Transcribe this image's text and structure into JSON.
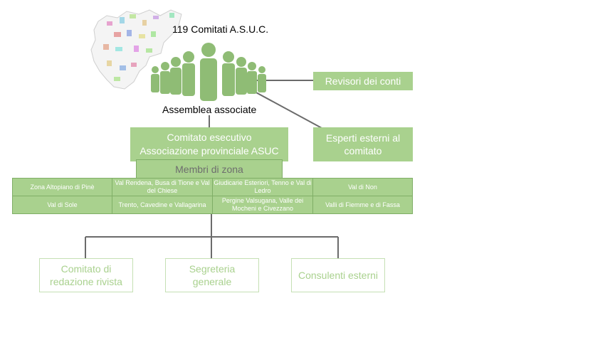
{
  "header": {
    "title": "119 Comitati A.S.U.C.",
    "assembly_label": "Assemblea associate"
  },
  "boxes": {
    "revisori": "Revisori dei conti",
    "esperti": "Esperti esterni al comitato",
    "esecutivo_line1": "Comitato esecutivo",
    "esecutivo_line2": "Associazione provinciale  ASUC",
    "membri": "Membri di zona"
  },
  "zones": {
    "row1": [
      "Zona Altopiano di Pinè",
      "Val Rendena, Busa di Tione e Val del Chiese",
      "Giudicarie Esteriori, Tenno e Val di Ledro",
      "Val di Non"
    ],
    "row2": [
      "Val di Sole",
      "Trento, Cavedine  e Vallagarina",
      "Pergine Valsugana, Valle dei Mocheni  e Civezzano",
      "Valli di Fiemme e di Fassa"
    ]
  },
  "bottom": {
    "redazione": "Comitato di redazione rivista",
    "segreteria": "Segreteria generale",
    "consulenti": "Consulenti esterni"
  },
  "colors": {
    "accent": "#a9d18e",
    "line": "#595959",
    "people": "#8fbc75"
  }
}
